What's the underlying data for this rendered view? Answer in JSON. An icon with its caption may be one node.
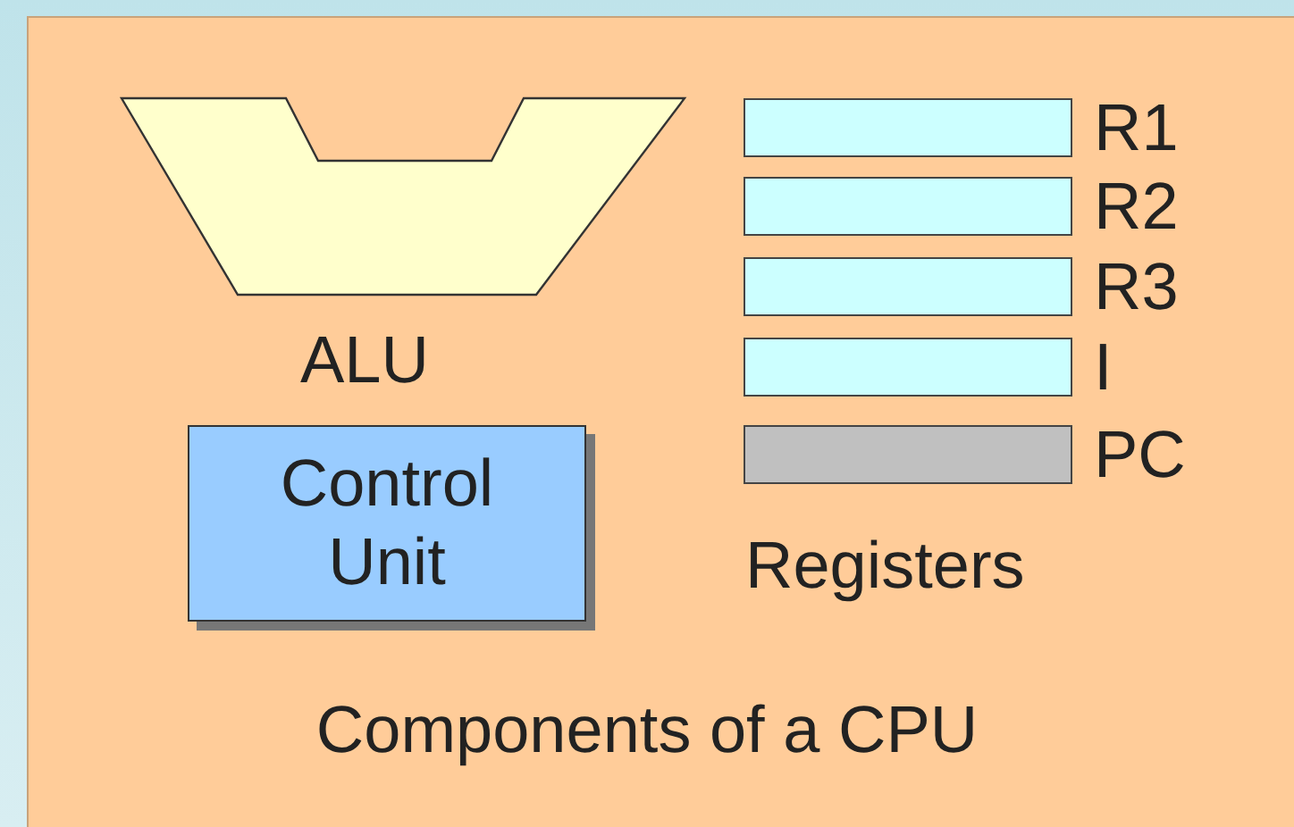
{
  "diagram": {
    "caption": "Components of a CPU",
    "nodes": [
      {
        "text": [
          "ALU"
        ]
      },
      {
        "text": [
          "Control Unit"
        ]
      },
      {
        "text": [
          "R1"
        ]
      },
      {
        "text": [
          "R2"
        ]
      },
      {
        "text": [
          "R3"
        ]
      },
      {
        "text": [
          "I"
        ]
      },
      {
        "text": [
          "PC"
        ]
      }
    ],
    "labels": [
      "Registers"
    ]
  }
}
